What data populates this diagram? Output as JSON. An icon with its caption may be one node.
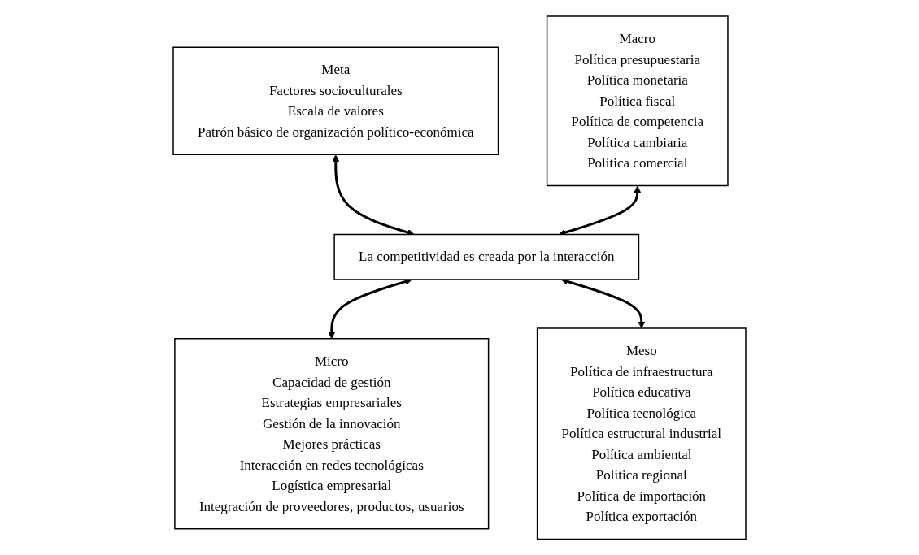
{
  "diagram": {
    "nodes": [
      {
        "text": [
          "Meta",
          "Factores socioculturales",
          "Escala de valores",
          "Patrón básico de organización político-económica"
        ]
      },
      {
        "text": [
          "Macro",
          "Política presupuestaria",
          "Política monetaria",
          "Política fiscal",
          "Política de competencia",
          "Política cambiaria",
          "Política comercial"
        ]
      },
      {
        "text": [
          "La competitividad es creada por la interacción"
        ]
      },
      {
        "text": [
          "Meso",
          "Política de infraestructura",
          "Política educativa",
          "Política tecnológica",
          "Política estructural industrial",
          "Política ambiental",
          "Política regional",
          "Política de importación",
          "Política exportación"
        ]
      },
      {
        "text": [
          "Micro",
          "Capacidad de gestión",
          "Estrategias empresariales",
          "Gestión de la innovación",
          "Mejores prácticas",
          "Interacción en redes tecnológicas",
          "Logística empresarial",
          "Integración de proveedores, productos, usuarios"
        ]
      }
    ],
    "edges": [
      {
        "from": 0,
        "to": 2,
        "arrow": "both"
      },
      {
        "from": 1,
        "to": 2,
        "arrow": "both"
      },
      {
        "from": 2,
        "to": 4,
        "arrow": "both"
      },
      {
        "from": 2,
        "to": 3,
        "arrow": "both"
      }
    ]
  }
}
